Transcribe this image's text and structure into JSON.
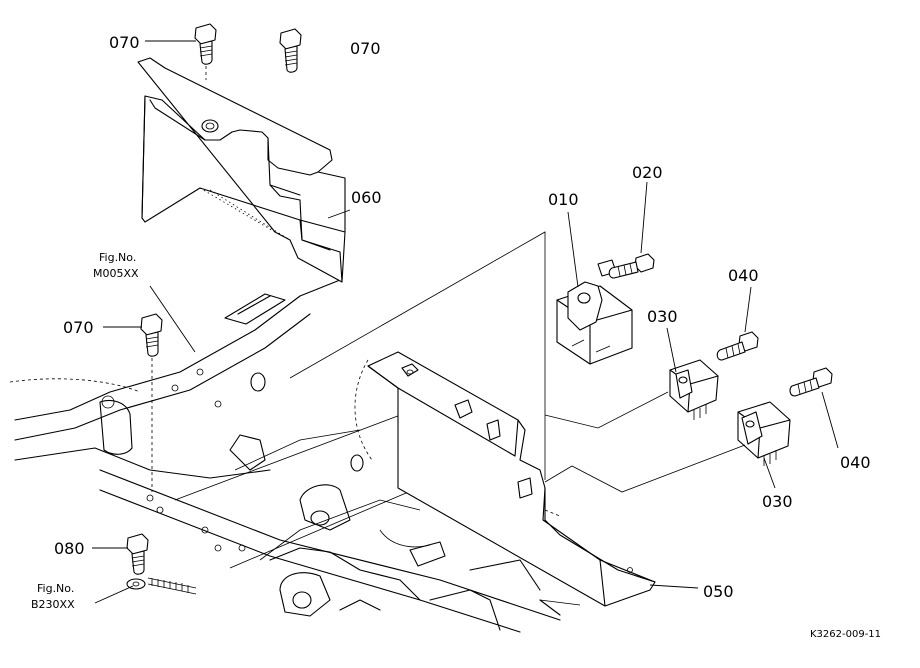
{
  "callouts": {
    "p010": "010",
    "p020": "020",
    "p030a": "030",
    "p030b": "030",
    "p040a": "040",
    "p040b": "040",
    "p050": "050",
    "p060": "060",
    "p070a": "070",
    "p070b": "070",
    "p070c": "070",
    "p080": "080"
  },
  "refs": {
    "fig_top_line1": "Fig.No.",
    "fig_top_line2": "M005XX",
    "fig_bottom_line1": "Fig.No.",
    "fig_bottom_line2": "B230XX"
  },
  "drawing_code": "K3262-009-11"
}
